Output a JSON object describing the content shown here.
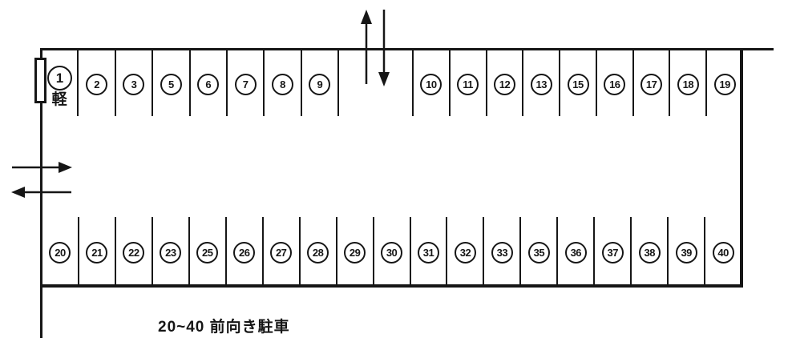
{
  "diagram": {
    "kind": "parking-lot-layout",
    "background_color": "#ffffff",
    "line_color": "#161616",
    "caption": "20~40 前向き駐車",
    "stall_1_sublabel": "軽",
    "stalls_top_left": [
      "1",
      "2",
      "3",
      "5",
      "6",
      "7",
      "8",
      "9"
    ],
    "stalls_top_right": [
      "10",
      "11",
      "12",
      "13",
      "15",
      "16",
      "17",
      "18",
      "19"
    ],
    "stalls_bottom": [
      "20",
      "21",
      "22",
      "23",
      "25",
      "26",
      "27",
      "28",
      "29",
      "30",
      "31",
      "32",
      "33",
      "35",
      "36",
      "37",
      "38",
      "39",
      "40"
    ],
    "icons": {
      "top_up_arrow": "↑",
      "top_down_arrow": "↓",
      "left_in_arrow": "→",
      "left_out_arrow": "←"
    }
  }
}
